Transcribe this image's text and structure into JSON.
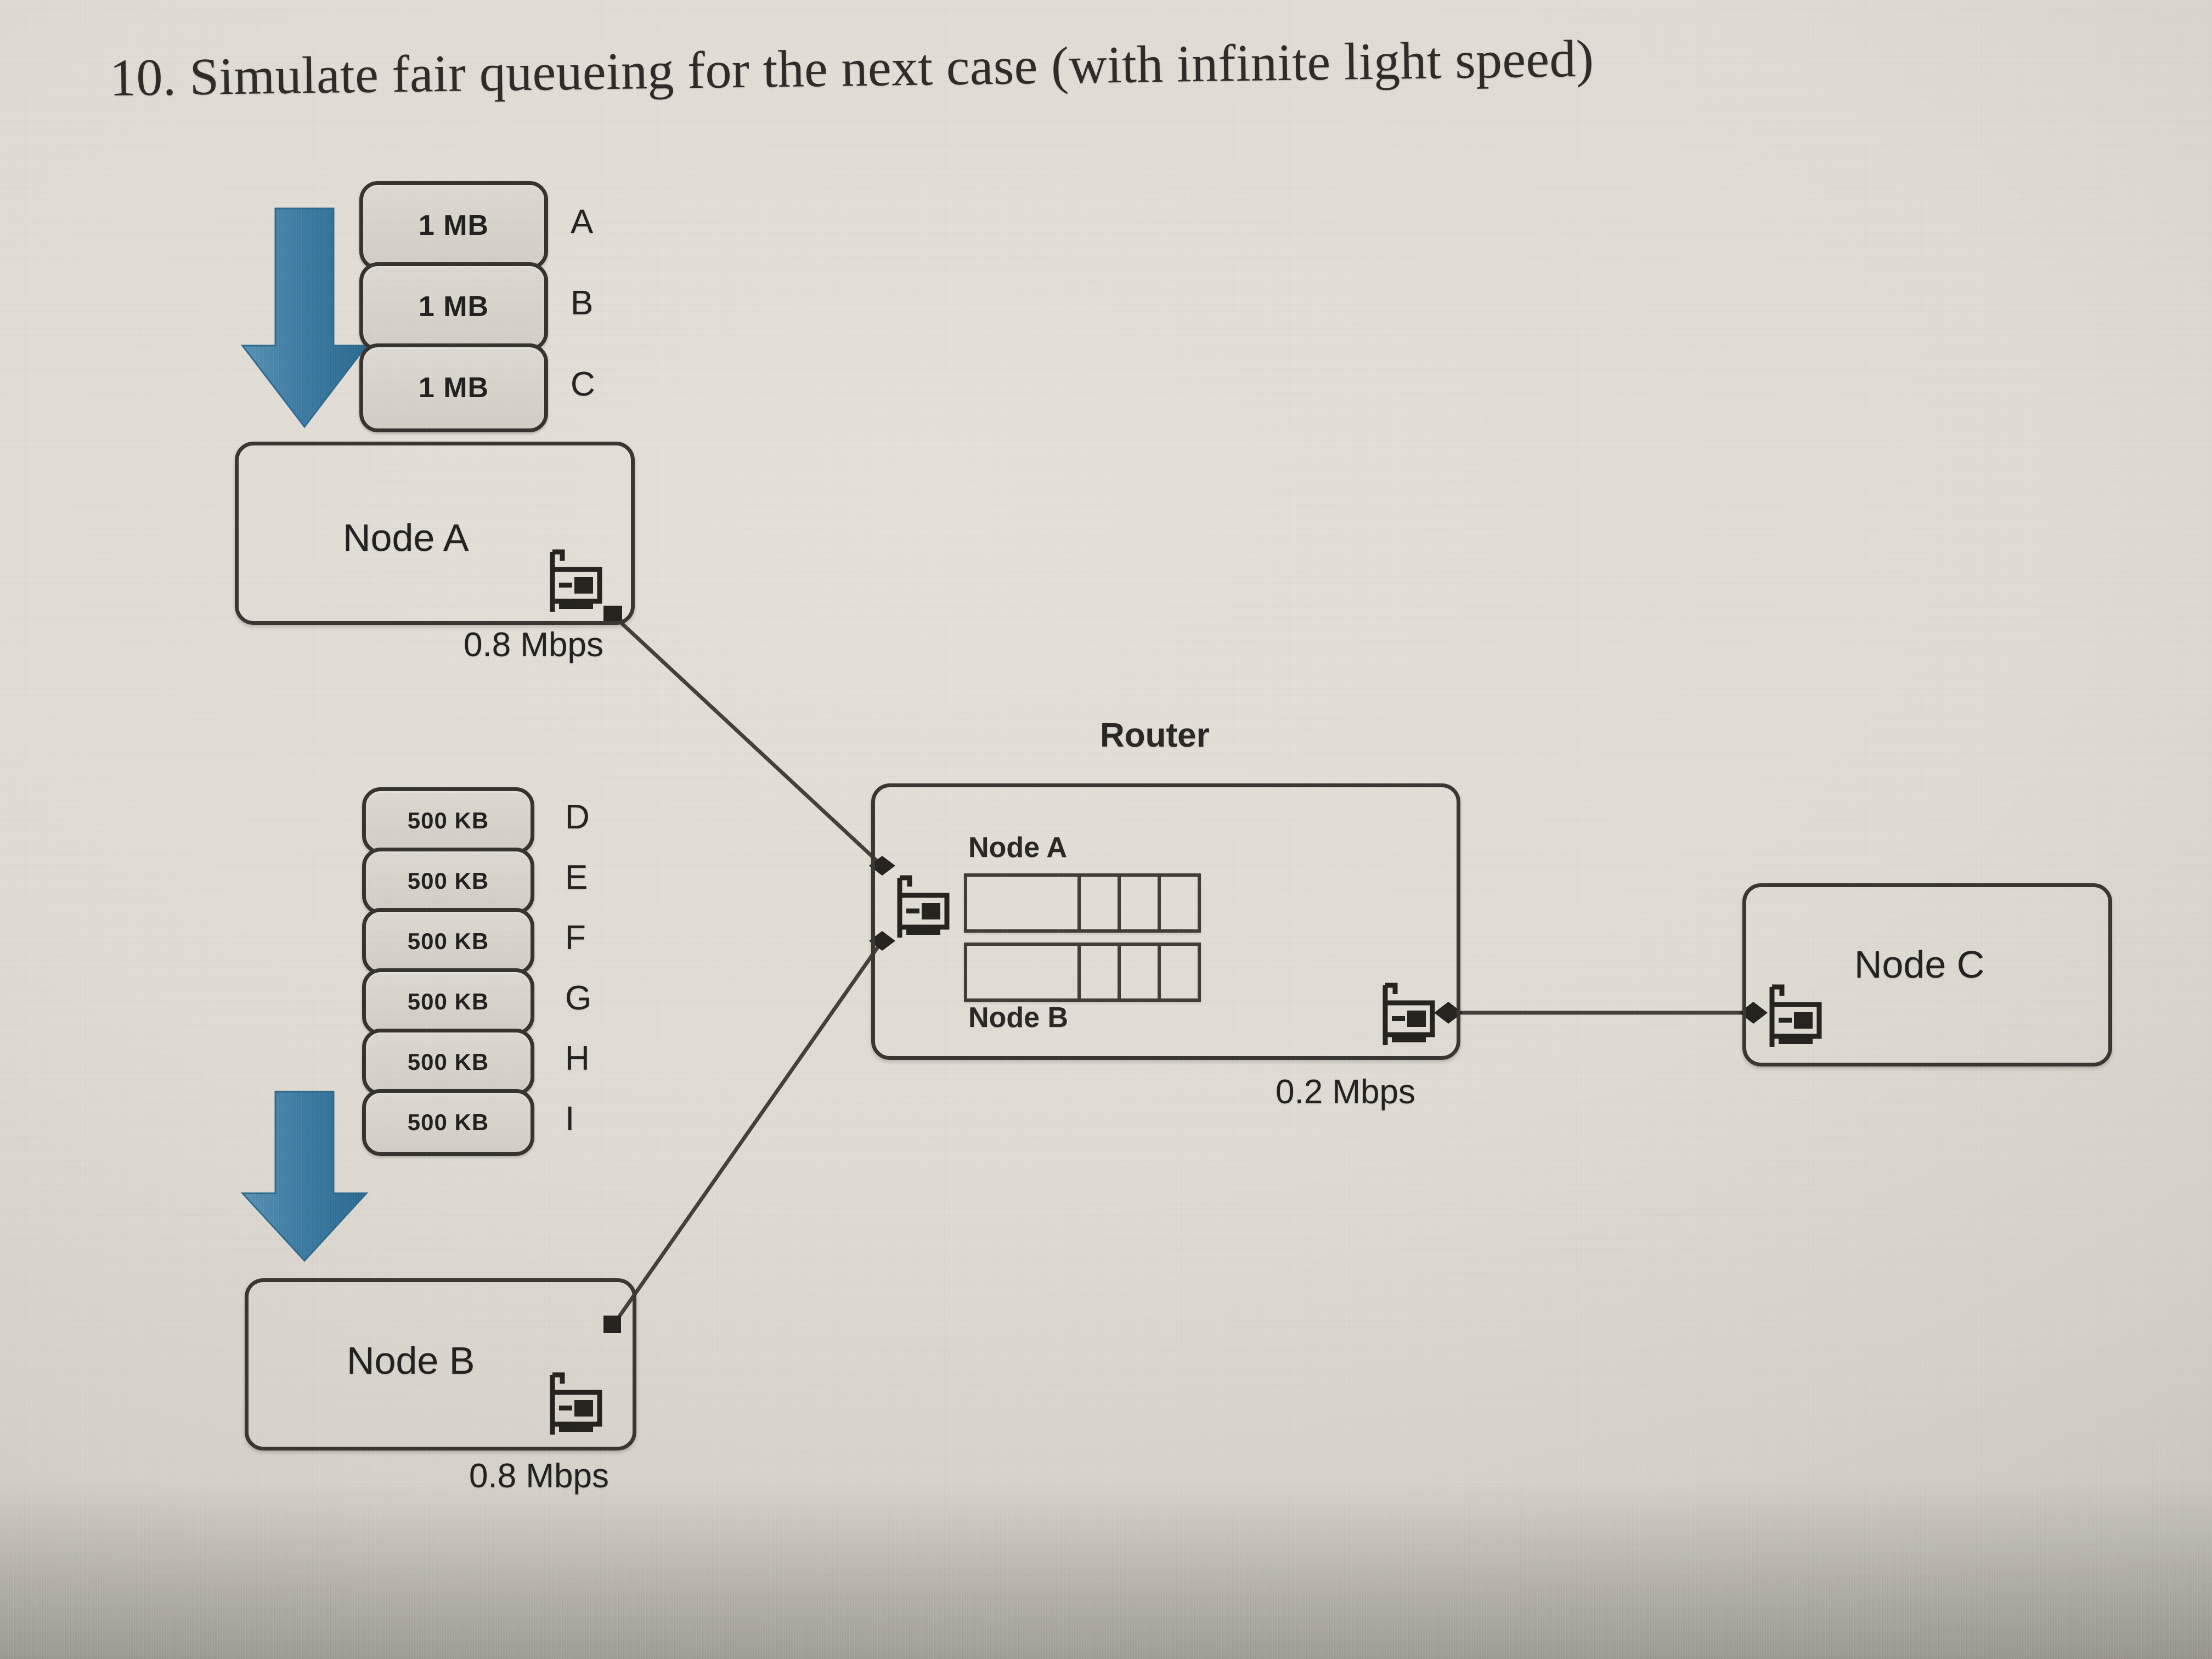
{
  "page": {
    "title": "10. Simulate fair queueing for the next case (with infinite light speed)"
  },
  "colors": {
    "background": "#ddd9d1",
    "ink": "#2e2b28",
    "stroke": "#37332f",
    "arrow_blue": "#3f7da4",
    "arrow_blue_dark": "#2f6party"
  },
  "node_a": {
    "label": "Node A",
    "rate": "0.8 Mbps",
    "arrow_icon": "down-arrow-icon",
    "nic_icon": "network-interface-icon",
    "packets": [
      {
        "size": "1 MB",
        "id": "A"
      },
      {
        "size": "1 MB",
        "id": "B"
      },
      {
        "size": "1 MB",
        "id": "C"
      }
    ]
  },
  "node_b": {
    "label": "Node B",
    "rate": "0.8 Mbps",
    "arrow_icon": "down-arrow-icon",
    "nic_icon": "network-interface-icon",
    "packets": [
      {
        "size": "500 KB",
        "id": "D"
      },
      {
        "size": "500 KB",
        "id": "E"
      },
      {
        "size": "500 KB",
        "id": "F"
      },
      {
        "size": "500 KB",
        "id": "G"
      },
      {
        "size": "500 KB",
        "id": "H"
      },
      {
        "size": "500 KB",
        "id": "I"
      }
    ]
  },
  "router": {
    "label": "Router",
    "in_nic_icon": "network-interface-icon",
    "out_nic_icon": "network-interface-icon",
    "out_rate": "0.2 Mbps",
    "queues": [
      {
        "label": "Node A",
        "position": "top",
        "cells": 4,
        "filled": 0
      },
      {
        "label": "Node B",
        "position": "bottom",
        "cells": 4,
        "filled": 0
      }
    ]
  },
  "node_c": {
    "label": "Node C",
    "nic_icon": "network-interface-icon"
  },
  "links": [
    {
      "from": "node-a-nic",
      "to": "router-in-nic",
      "rate": "0.8 Mbps"
    },
    {
      "from": "node-b-nic",
      "to": "router-in-nic",
      "rate": "0.8 Mbps"
    },
    {
      "from": "router-out-nic",
      "to": "node-c-nic",
      "rate": "0.2 Mbps"
    }
  ]
}
